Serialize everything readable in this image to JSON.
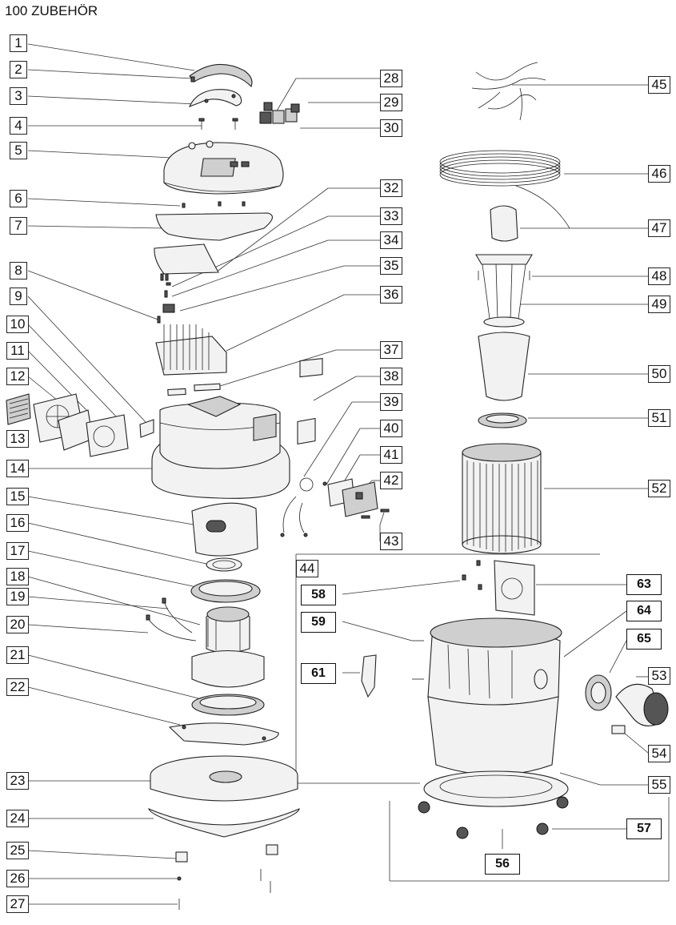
{
  "title": "100 ZUBEHÖR",
  "labels_left": [
    "1",
    "2",
    "3",
    "4",
    "5",
    "6",
    "7",
    "8",
    "9",
    "10",
    "11",
    "12",
    "13",
    "14",
    "15",
    "16",
    "17",
    "18",
    "19",
    "20",
    "21",
    "22",
    "23",
    "24",
    "25",
    "26",
    "27"
  ],
  "labels_right": [
    "28",
    "29",
    "30",
    "32",
    "33",
    "34",
    "35",
    "36",
    "37",
    "38",
    "39",
    "40",
    "41",
    "42",
    "43"
  ],
  "labels_far_right": [
    "45",
    "46",
    "47",
    "48",
    "49",
    "50",
    "51",
    "52",
    "53",
    "54",
    "55"
  ],
  "labels_group": [
    "44"
  ],
  "labels_bold": [
    "58",
    "59",
    "61",
    "63",
    "64",
    "65",
    "56",
    "57"
  ]
}
